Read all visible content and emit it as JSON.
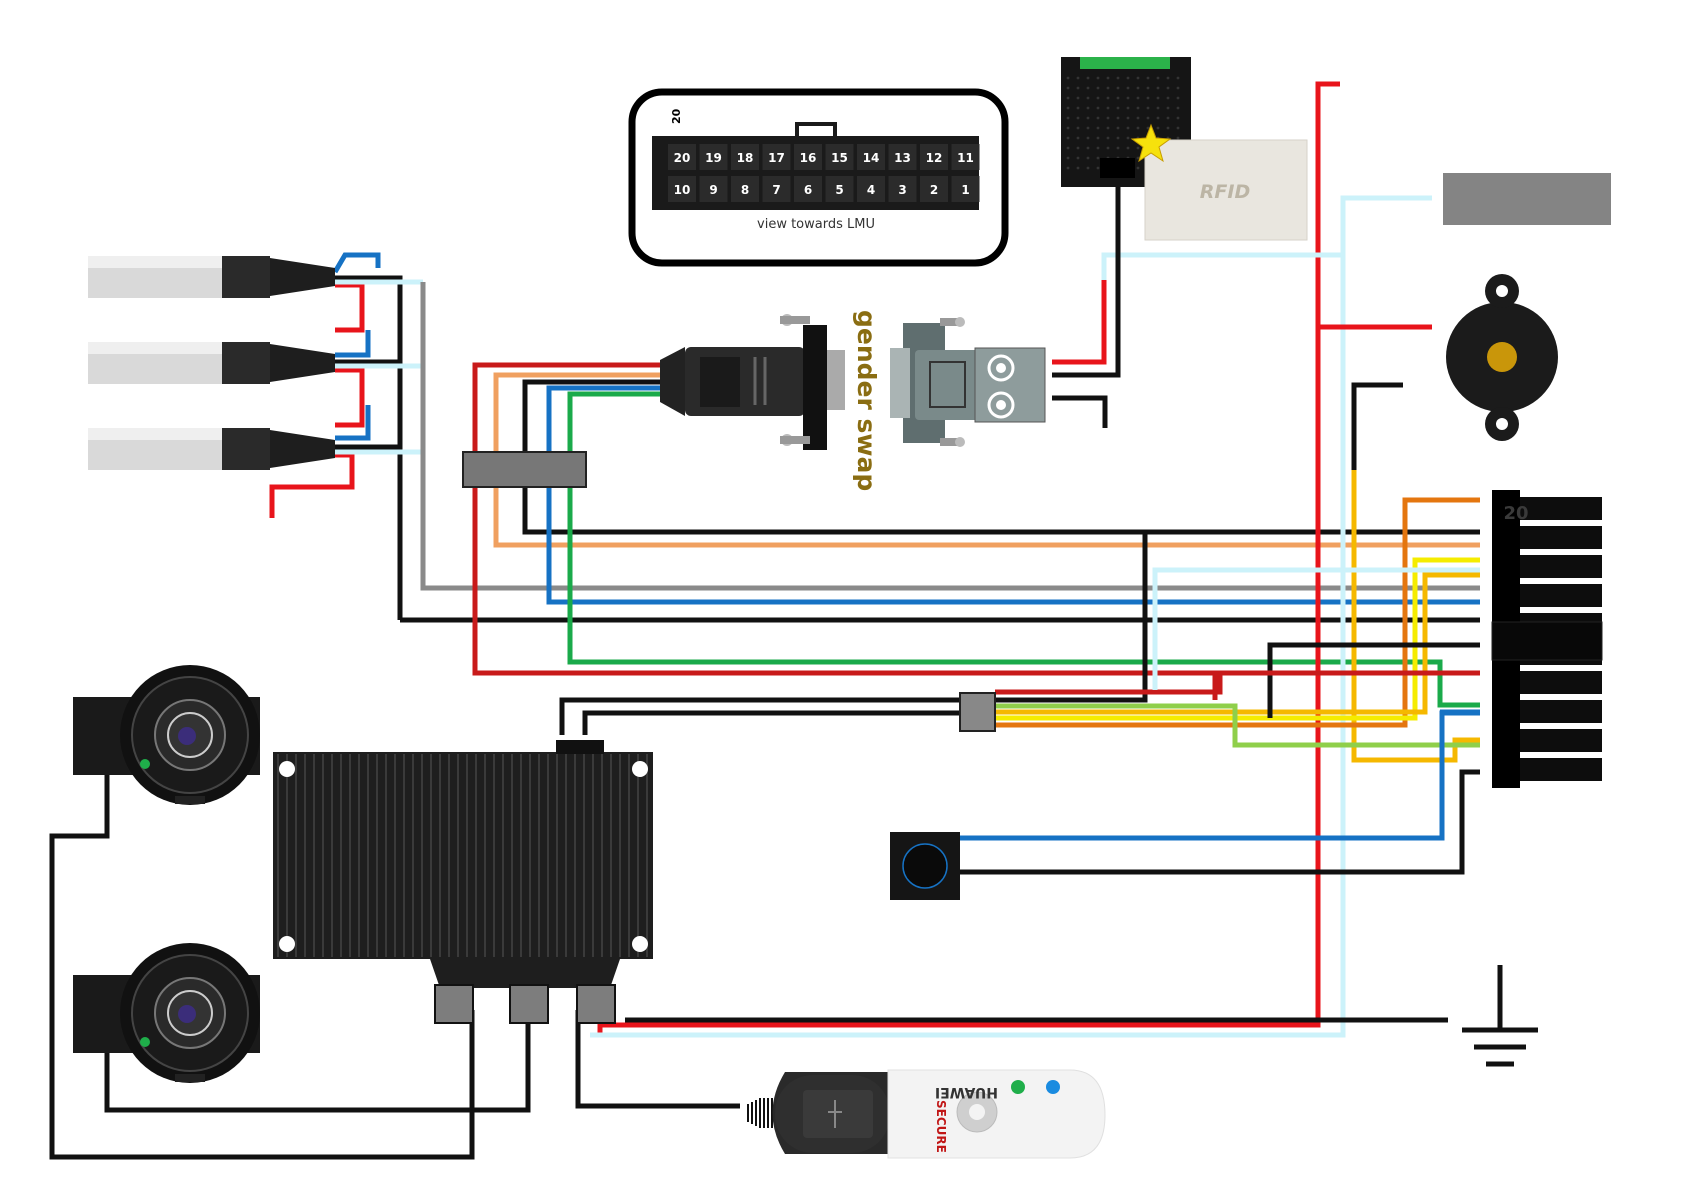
{
  "connector_card": {
    "corner_label": "20",
    "top_row": [
      "20",
      "19",
      "18",
      "17",
      "16",
      "15",
      "14",
      "13",
      "12",
      "11"
    ],
    "bottom_row": [
      "10",
      "9",
      "8",
      "7",
      "6",
      "5",
      "4",
      "3",
      "2",
      "1"
    ],
    "caption": "view towards LMU"
  },
  "gender_swap_label": "gender swap",
  "rfid_label": "RFID",
  "terminal_block_label": "20",
  "usb_stick": {
    "brand": "HUAWEI",
    "badge": "SECURE"
  },
  "colors": {
    "red": "#e8141b",
    "darkred": "#c81a1a",
    "black": "#111111",
    "lightblue": "#ccf2fa",
    "blue": "#1672c4",
    "green": "#1aaa4a",
    "orange": "#f0a060",
    "darkorange": "#e4760f",
    "yellow": "#f5ec00",
    "amber": "#f5b800",
    "lightgreen": "#8fcf4a",
    "gray": "#8a8a8a"
  }
}
